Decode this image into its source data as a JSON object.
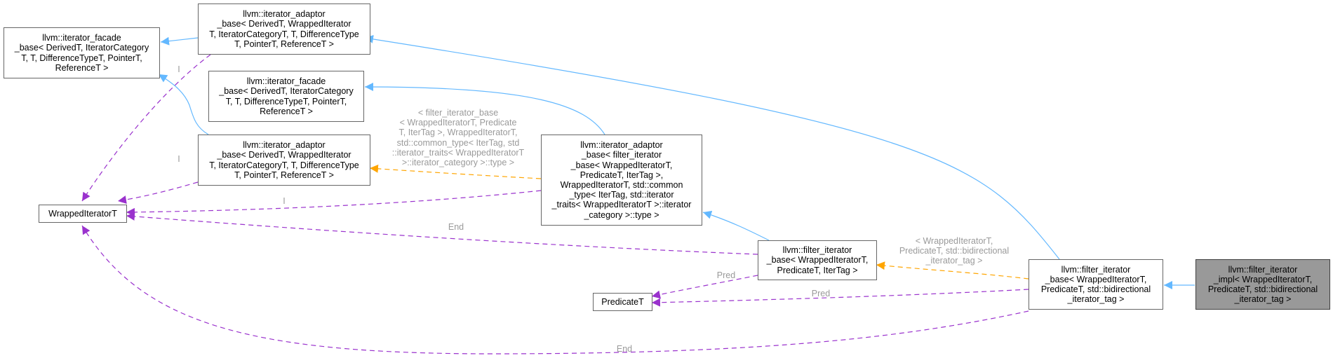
{
  "colors": {
    "inheritance": "#63b8ff",
    "usage": "#9a32cd",
    "template": "#ffa500",
    "node_border": "#666666",
    "focus_node_fill": "#999999",
    "edge_label": "#9a9a9a"
  },
  "nodes": {
    "n1": "llvm::iterator_facade\n_base< DerivedT, IteratorCategory\nT, T, DifferenceTypeT, PointerT,\nReferenceT >",
    "n2": "llvm::iterator_adaptor\n_base< DerivedT, WrappedIterator\nT, IteratorCategoryT, T, DifferenceType\nT, PointerT, ReferenceT >",
    "n3": "llvm::iterator_facade\n_base< DerivedT, IteratorCategory\nT, T, DifferenceTypeT, PointerT,\nReferenceT >",
    "n4": "llvm::iterator_adaptor\n_base< DerivedT, WrappedIterator\nT, IteratorCategoryT, T, DifferenceType\nT, PointerT, ReferenceT >",
    "n5": "WrappedIteratorT",
    "n6": "llvm::iterator_adaptor\n_base< filter_iterator\n_base< WrappedIteratorT,\nPredicateT, IterTag >,\nWrappedIteratorT, std::common\n_type< IterTag, std::iterator\n_traits< WrappedIteratorT >::iterator\n_category >::type >",
    "n7": "llvm::filter_iterator\n_base< WrappedIteratorT,\nPredicateT, IterTag >",
    "n8": "PredicateT",
    "n9": "llvm::filter_iterator\n_base< WrappedIteratorT,\nPredicateT, std::bidirectional\n_iterator_tag >",
    "n10": "llvm::filter_iterator\n_impl< WrappedIteratorT,\nPredicateT, std::bidirectional\n_iterator_tag >"
  },
  "edge_labels": {
    "tmpl_n6": "< filter_iterator_base\n< WrappedIteratorT, Predicate\nT, IterTag >, WrappedIteratorT,\nstd::common_type< IterTag, std\n::iterator_traits< WrappedIteratorT\n>::iterator_category >::type >",
    "tmpl_n9": "< WrappedIteratorT,\nPredicateT, std::bidirectional\n_iterator_tag >",
    "i_n2": "I",
    "i_n4": "I",
    "i_n6": "I",
    "end_n7": "End",
    "pred_n7": "Pred",
    "pred_n9": "Pred",
    "end_n9": "End"
  }
}
